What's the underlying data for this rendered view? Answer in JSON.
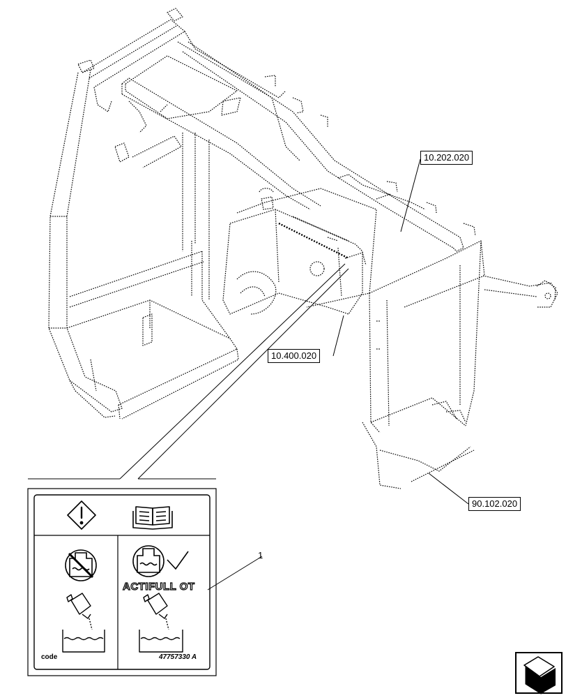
{
  "references": {
    "ref_a": "10.202.020",
    "ref_b": "10.400.020",
    "ref_c": "90.102.020"
  },
  "callout": {
    "item_number": "1"
  },
  "decal": {
    "fluid_name": "ACTIFULL OT",
    "code_label": "code",
    "part_number": "47757330 A"
  },
  "icons": [
    "warning-icon",
    "manual-book-icon",
    "no-fluid-icon",
    "fluid-ok-icon",
    "checkmark-icon",
    "pour-icon"
  ],
  "colors": {
    "line": "#000000",
    "background": "#ffffff"
  }
}
